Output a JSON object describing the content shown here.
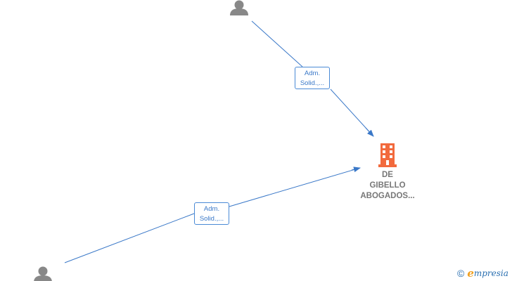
{
  "nodes": {
    "person_top": {
      "icon": "person-icon"
    },
    "person_bottom": {
      "icon": "person-icon"
    },
    "company": {
      "icon": "building-icon",
      "name_lines": [
        "DE",
        "GIBELLO",
        "ABOGADOS..."
      ]
    }
  },
  "edges": [
    {
      "from": "person_top",
      "to": "company",
      "label_lines": [
        "Adm.",
        "Solid.,..."
      ]
    },
    {
      "from": "person_bottom",
      "to": "company",
      "label_lines": [
        "Adm.",
        "Solid.,..."
      ]
    }
  ],
  "colors": {
    "person": "#888888",
    "company": "#f26a3d",
    "edge": "#3a78c8",
    "company_text": "#777777"
  },
  "branding": {
    "copyright_symbol": "©",
    "brand_initial": "e",
    "brand_rest": "mpresia"
  }
}
